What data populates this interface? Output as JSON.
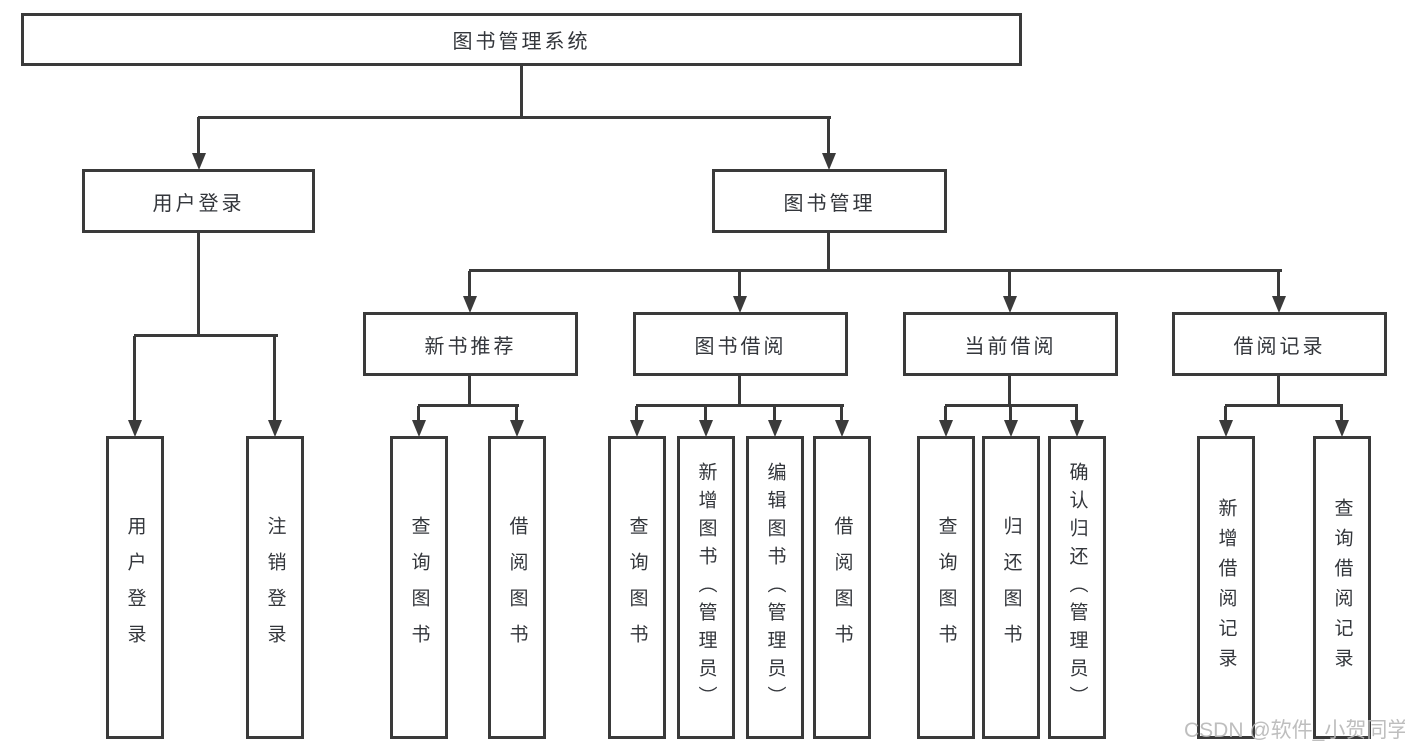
{
  "tree": {
    "root": "图书管理系统",
    "children": [
      {
        "label": "用户登录",
        "children": [
          {
            "label": "用户登录"
          },
          {
            "label": "注销登录"
          }
        ]
      },
      {
        "label": "图书管理",
        "children": [
          {
            "label": "新书推荐",
            "children": [
              {
                "label": "查询图书"
              },
              {
                "label": "借阅图书"
              }
            ]
          },
          {
            "label": "图书借阅",
            "children": [
              {
                "label": "查询图书"
              },
              {
                "label": "新增图书（管理员）"
              },
              {
                "label": "编辑图书（管理员）"
              },
              {
                "label": "借阅图书"
              }
            ]
          },
          {
            "label": "当前借阅",
            "children": [
              {
                "label": "查询图书"
              },
              {
                "label": "归还图书"
              },
              {
                "label": "确认归还（管理员）"
              }
            ]
          },
          {
            "label": "借阅记录",
            "children": [
              {
                "label": "新增借阅记录"
              },
              {
                "label": "查询借阅记录"
              }
            ]
          }
        ]
      }
    ]
  },
  "watermark": "CSDN @软件_小贺同学",
  "colors": {
    "line": "#3a3a3a",
    "text": "#33363b",
    "watermark": "#b7b7b7",
    "background": "#ffffff"
  }
}
